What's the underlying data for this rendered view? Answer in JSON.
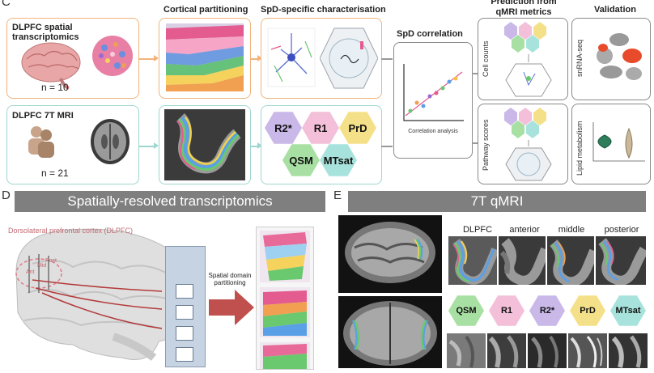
{
  "panels": {
    "c": "C",
    "d": "D",
    "e": "E"
  },
  "section_c": {
    "dlpfc_spatial": {
      "title": "DLPFC spatial transcriptomics",
      "n": "n = 10"
    },
    "dlpfc_mri": {
      "title": "DLPFC 7T MRI",
      "n": "n = 21"
    },
    "cortical_partitioning": "Cortical partitioning",
    "spd_characterisation": "SpD-specific characterisation",
    "spd_correlation": "SpD correlation",
    "correlation_analysis": "Correlation analysis",
    "prediction": "Prediction from qMRI metrics",
    "cell_counts": "Cell counts",
    "pathway_scores": "Pathway scores",
    "validation": "Validation",
    "snrna_seq": "snRNA-seq",
    "lipid_metabolism": "Lipid metabolism",
    "hexagons": [
      "R2*",
      "R1",
      "PrD",
      "QSM",
      "MTsat"
    ]
  },
  "section_d": {
    "banner": "Spatially-resolved transcriptomics",
    "dlpfc_label": "Dorsolateral prefrontal cortex (DLPFC)",
    "ant": "Ant",
    "mid": "Mid",
    "post": "Post",
    "partitioning": "Spatial domain partitioning"
  },
  "section_e": {
    "banner": "7T qMRI",
    "columns": [
      "DLPFC",
      "anterior",
      "middle",
      "posterior"
    ],
    "hexagons": [
      "QSM",
      "R1",
      "R2*",
      "PrD",
      "MTsat"
    ]
  },
  "colors": {
    "orange_border": "#f2b37a",
    "teal_border": "#9fd6cf",
    "hex_r2": "#c9b8e8",
    "hex_r1": "#f3bfd9",
    "hex_prd": "#f5e08a",
    "hex_qsm": "#a8e0a3",
    "hex_mtsat": "#a7e3dc",
    "arrow_red": "#b33a3a"
  }
}
